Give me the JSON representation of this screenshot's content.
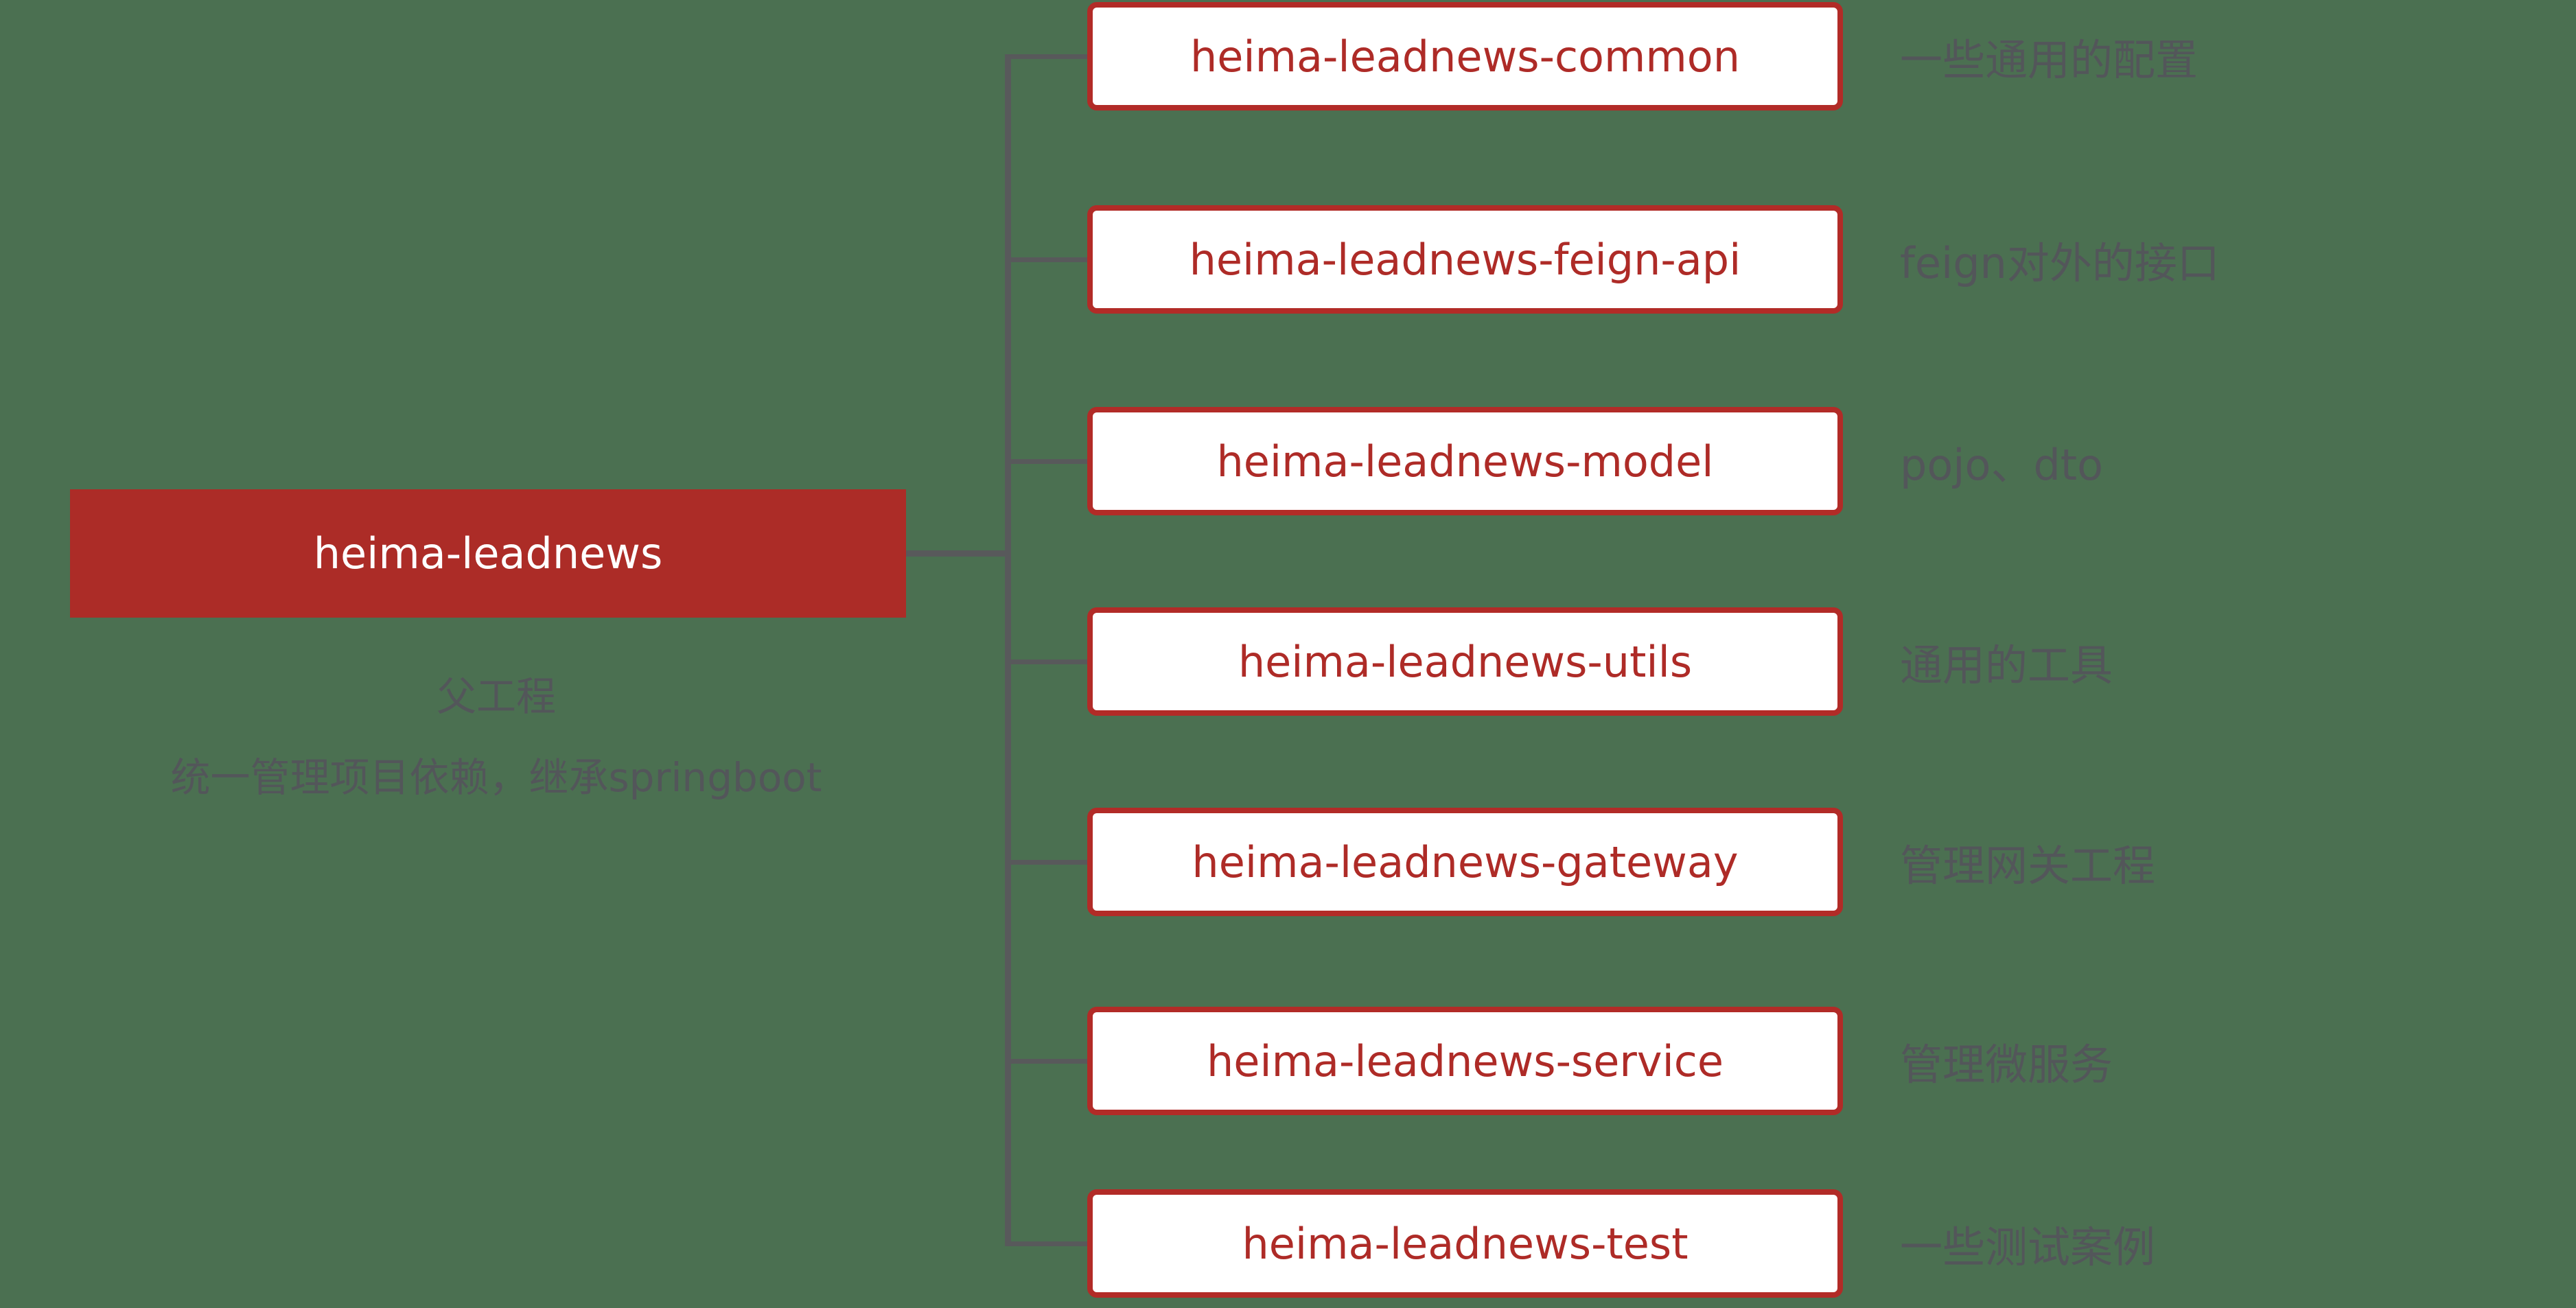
{
  "diagram": {
    "type": "mindmap-project-structure",
    "root": {
      "label": "heima-leadnews",
      "notes": [
        "父工程",
        "统一管理项目依赖，继承springboot"
      ]
    },
    "children": [
      {
        "label": "heima-leadnews-common",
        "note": "一些通用的配置"
      },
      {
        "label": "heima-leadnews-feign-api",
        "note": "feign对外的接口"
      },
      {
        "label": "heima-leadnews-model",
        "note": "pojo、dto"
      },
      {
        "label": "heima-leadnews-utils",
        "note": "通用的工具"
      },
      {
        "label": "heima-leadnews-gateway",
        "note": "管理网关工程"
      },
      {
        "label": "heima-leadnews-service",
        "note": "管理微服务"
      },
      {
        "label": "heima-leadnews-test",
        "note": "一些测试案例"
      }
    ],
    "colors": {
      "background": "#4B7051",
      "root_fill": "#AC2C27",
      "child_border": "#B22B27",
      "child_text": "#AE2B27",
      "child_fill": "#FFFFFF",
      "root_text": "#FFFFFF",
      "connector_gray": "#58595B",
      "note_gray": "#53565A"
    }
  }
}
